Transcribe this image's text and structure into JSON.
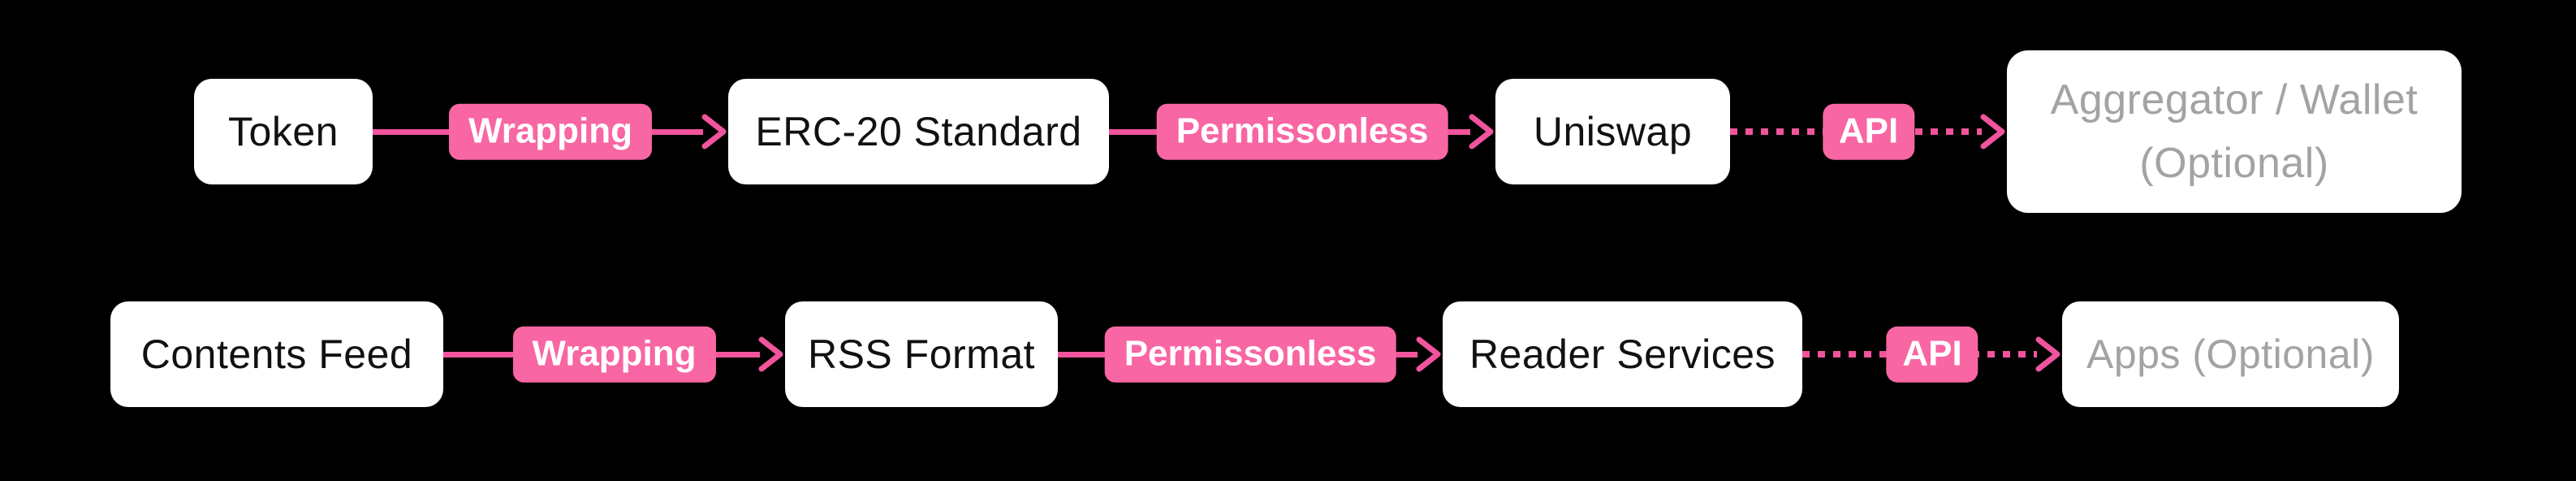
{
  "diagram": {
    "colors": {
      "background": "#000000",
      "node_fill": "#ffffff",
      "node_text": "#111111",
      "optional_text": "#a3a3a3",
      "connector": "#f0549c",
      "label_fill": "#f866a3",
      "label_text": "#ffffff"
    },
    "rows": [
      {
        "name": "token-flow",
        "nodes": [
          {
            "label": "Token",
            "style": "normal"
          },
          {
            "label": "ERC-20 Standard",
            "style": "normal"
          },
          {
            "label": "Uniswap",
            "style": "normal"
          },
          {
            "label_line1": "Aggregator / Wallet",
            "label_line2": "(Optional)",
            "style": "optional"
          }
        ],
        "edges": [
          {
            "label": "Wrapping",
            "style": "solid"
          },
          {
            "label": "Permissonless",
            "style": "solid"
          },
          {
            "label": "API",
            "style": "dotted"
          }
        ]
      },
      {
        "name": "rss-flow",
        "nodes": [
          {
            "label": "Contents Feed",
            "style": "normal"
          },
          {
            "label": "RSS Format",
            "style": "normal"
          },
          {
            "label": "Reader Services",
            "style": "normal"
          },
          {
            "label": "Apps (Optional)",
            "style": "optional"
          }
        ],
        "edges": [
          {
            "label": "Wrapping",
            "style": "solid"
          },
          {
            "label": "Permissonless",
            "style": "solid"
          },
          {
            "label": "API",
            "style": "dotted"
          }
        ]
      }
    ]
  }
}
